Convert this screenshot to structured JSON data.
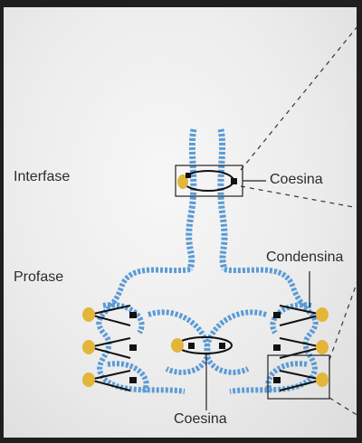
{
  "labels": {
    "interphase": "Interfase",
    "prophase": "Profase",
    "cohesin_top": "Coesina",
    "condensin": "Condensina",
    "cohesin_bottom": "Coesina"
  },
  "colors": {
    "dna": "#5b9bd5",
    "dna_dark": "#3a78b8",
    "protein_gold": "#e3b63a",
    "protein_black": "#111111",
    "line": "#222222"
  }
}
